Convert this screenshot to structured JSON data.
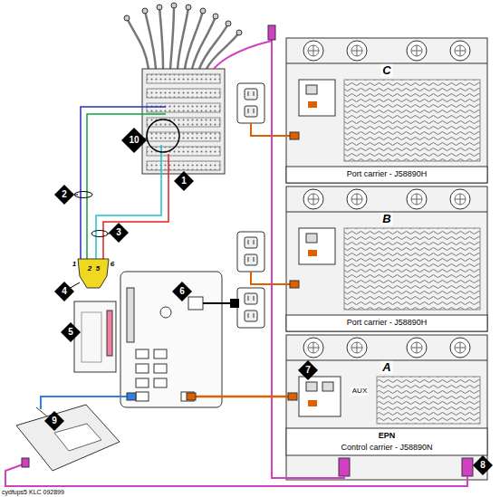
{
  "diagram": {
    "nodes": [
      {
        "text": [
          "C",
          "Port carrier - J58890H"
        ]
      },
      {
        "text": [
          "B",
          "Port carrier - J58890H"
        ]
      },
      {
        "text": [
          "A",
          "AUX",
          "EPN",
          "Control carrier - J58890N"
        ]
      },
      {
        "text": [
          "1"
        ]
      },
      {
        "text": [
          "2"
        ]
      },
      {
        "text": [
          "3"
        ]
      },
      {
        "text": [
          "4"
        ]
      },
      {
        "text": [
          "5"
        ]
      },
      {
        "text": [
          "6"
        ]
      },
      {
        "text": [
          "7"
        ]
      },
      {
        "text": [
          "8"
        ]
      },
      {
        "text": [
          "9"
        ]
      },
      {
        "text": [
          "10"
        ]
      }
    ],
    "labels": [
      "1",
      "2",
      "5",
      "6",
      "cydfups5 KLC 092899"
    ]
  }
}
